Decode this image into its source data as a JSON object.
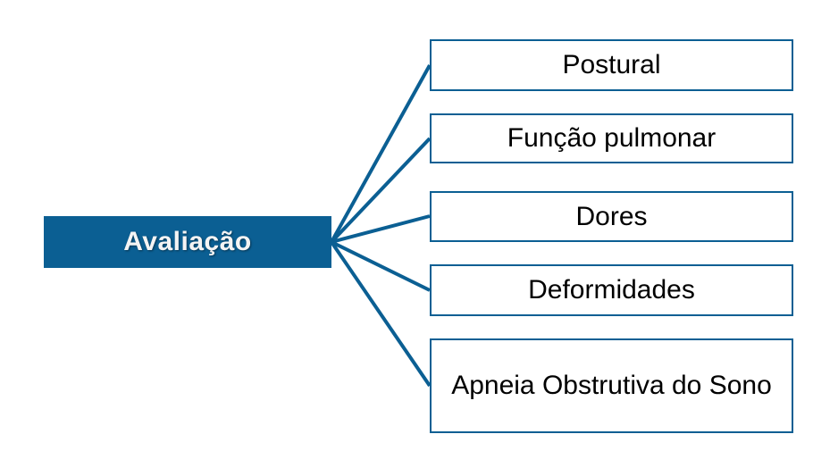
{
  "diagram": {
    "root_label": "Avaliação",
    "children": [
      {
        "label": "Postural"
      },
      {
        "label": "Função pulmonar"
      },
      {
        "label": "Dores"
      },
      {
        "label": "Deformidades"
      },
      {
        "label": "Apneia Obstrutiva do Sono"
      }
    ]
  },
  "colors": {
    "accent": "#0b5f93",
    "root_text": "#f4f4f4",
    "child_text": "#000000",
    "background": "#ffffff"
  }
}
